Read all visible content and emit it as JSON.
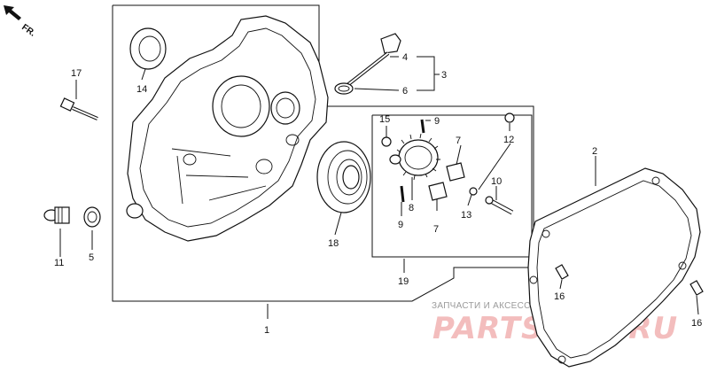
{
  "orientation": {
    "label": "FR."
  },
  "callouts": {
    "c1": "1",
    "c2": "2",
    "c3": "3",
    "c4": "4",
    "c5": "5",
    "c6": "6",
    "c7a": "7",
    "c7b": "7",
    "c8": "8",
    "c9a": "9",
    "c9b": "9",
    "c10": "10",
    "c11": "11",
    "c12": "12",
    "c13": "13",
    "c14": "14",
    "c15": "15",
    "c16a": "16",
    "c16b": "16",
    "c17": "17",
    "c18": "18",
    "c19": "19"
  },
  "watermark": {
    "caption": "ЗАПЧАСТИ И АКСЕССУАРЫ ДЛЯ МОТОТЕХНИКИ",
    "brand": "PARTSFOR.RU"
  }
}
